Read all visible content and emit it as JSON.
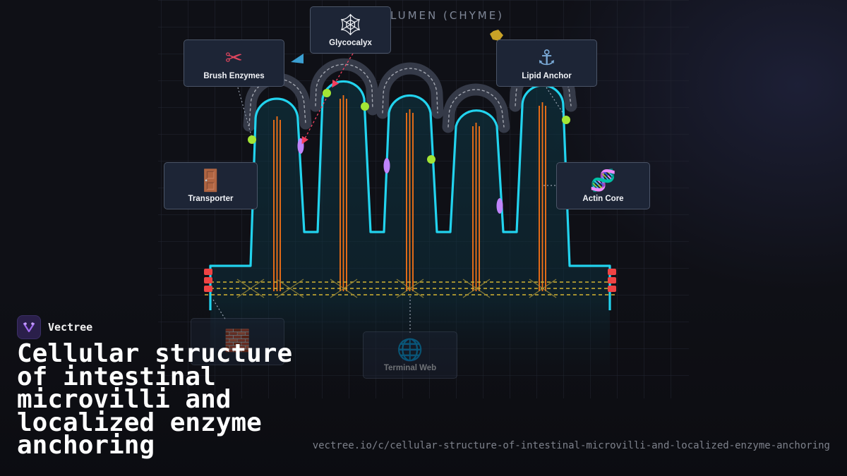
{
  "diagram": {
    "region_title": "LUMEN (CHYME)",
    "labels": {
      "glycocalyx": {
        "icon": "spider-web-icon",
        "glyph": "🕸",
        "text": "Glycocalyx"
      },
      "brush_enzymes": {
        "icon": "scissors-icon",
        "glyph": "✂",
        "text": "Brush Enzymes"
      },
      "lipid_anchor": {
        "icon": "anchor-icon",
        "glyph": "⚓",
        "text": "Lipid Anchor"
      },
      "transporter": {
        "icon": "door-icon",
        "glyph": "🚪",
        "text": "Transporter"
      },
      "actin_core": {
        "icon": "dna-icon",
        "glyph": "🧬",
        "text": "Actin Core"
      },
      "terminal_web": {
        "icon": "globe-icon",
        "glyph": "🌐",
        "text": "Terminal Web"
      },
      "cell_wall": {
        "icon": "brick-icon",
        "glyph": "🧱",
        "text": ""
      }
    },
    "colors": {
      "membrane": "#22d3ee",
      "actin": "#f97316",
      "enzyme": "#a3e635",
      "transporter_protein": "#c084fc",
      "junction": "#ef4444",
      "glycocalyx": "#3a3f4d",
      "terminal_web": "#d4b433",
      "leader": "#f43f5e"
    }
  },
  "brand": {
    "name": "Vectree",
    "logo_icon": "vectree-logo-icon"
  },
  "headline": "Cellular structure of intestinal microvilli and localized enzyme anchoring",
  "url": "vectree.io/c/cellular-structure-of-intestinal-microvilli-and-localized-enzyme-anchoring"
}
